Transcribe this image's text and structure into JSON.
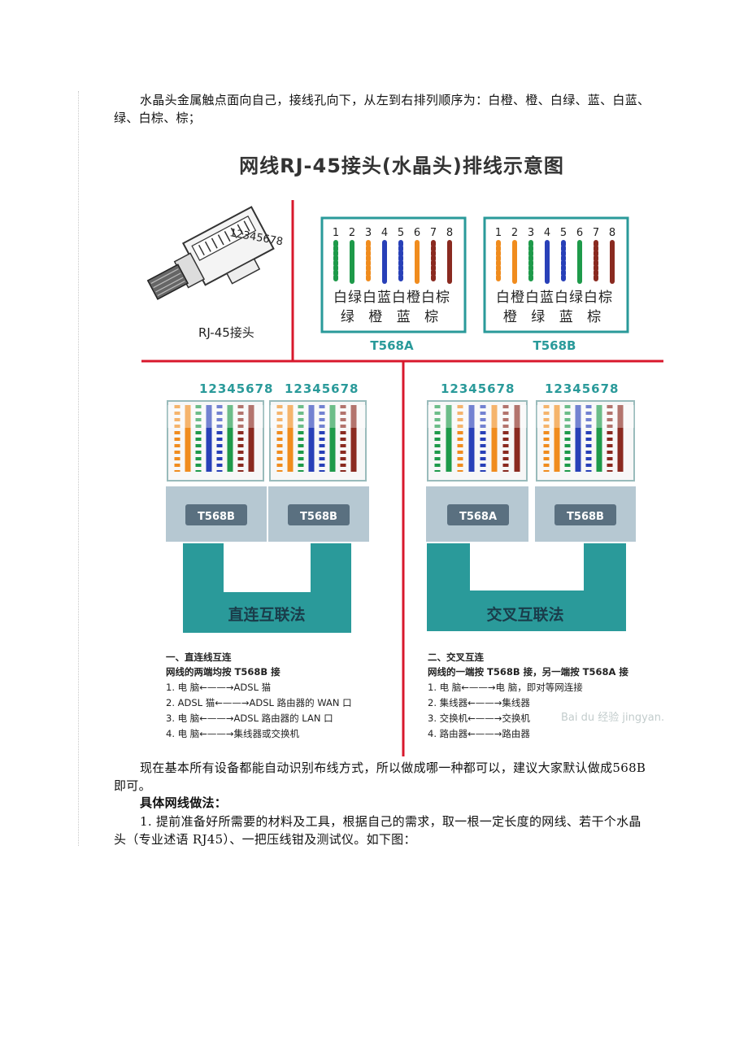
{
  "intro_text": "水晶头金属触点面向自己，接线孔向下，从左到右排列顺序为：白橙、橙、白绿、蓝、白蓝、绿、白棕、棕；",
  "figure": {
    "title": "网线RJ-45接头(水晶头)排线示意图",
    "connector": {
      "pins": "12345678",
      "label": "RJ-45接头"
    },
    "pin_numbers": [
      "1",
      "2",
      "3",
      "4",
      "5",
      "6",
      "7",
      "8"
    ],
    "t568a": {
      "name": "T568A",
      "row1": [
        "白绿",
        "白",
        "蓝",
        "白",
        "橙",
        "白",
        "棕"
      ],
      "row1_text": "白绿白蓝白橙白棕",
      "row2_text": "绿 橙 蓝 棕"
    },
    "t568b": {
      "name": "T568B",
      "row1_text": "白橙白蓝白绿白棕",
      "row2_text": "橙 绿 蓝 棕"
    },
    "straight": {
      "pins_label": "12345678",
      "left_tag": "T568B",
      "right_tag": "T568B",
      "cable_label": "直连互联法",
      "heading": "一、直连线互连",
      "subheading": "网线的两端均按 T568B 接",
      "items": [
        "1.  电    脑←——→ADSL 猫",
        "2.  ADSL 猫←——→ADSL 路由器的 WAN 口",
        "3.  电    脑←——→ADSL 路由器的 LAN 口",
        "4.  电    脑←——→集线器或交换机"
      ]
    },
    "crossover": {
      "pins_label": "12345678",
      "left_tag": "T568A",
      "right_tag": "T568B",
      "cable_label": "交叉互联法",
      "heading": "二、交叉互连",
      "subheading": "网线的一端按 T568B 接，另一端按 T568A 接",
      "items": [
        "1.  电    脑←——→电    脑，即对等网连接",
        "2.  集线器←——→集线器",
        "3.  交换机←——→交换机",
        "4.  路由器←——→路由器"
      ]
    },
    "watermark": "Bai du 经验  jingyan.baidu.com",
    "colors": {
      "red_divider": "#d8182c",
      "teal": "#2a9a9a",
      "teal_dark": "#1f8585",
      "wire_orange": "#f08c1e",
      "wire_green": "#1e9a4a",
      "wire_blue": "#2840b8",
      "wire_brown": "#8a2a20",
      "connector_gray": "#b6c8d2"
    }
  },
  "note_text": "现在基本所有设备都能自动识别布线方式，所以做成哪一种都可以，建议大家默认做成568B即可。",
  "section_heading": "具体网线做法：",
  "step1_text": "1. 提前准备好所需要的材料及工具，根据自己的需求，取一根一定长度的网线、若干个水晶头（专业述语 RJ45）、一把压线钳及测试仪。如下图："
}
